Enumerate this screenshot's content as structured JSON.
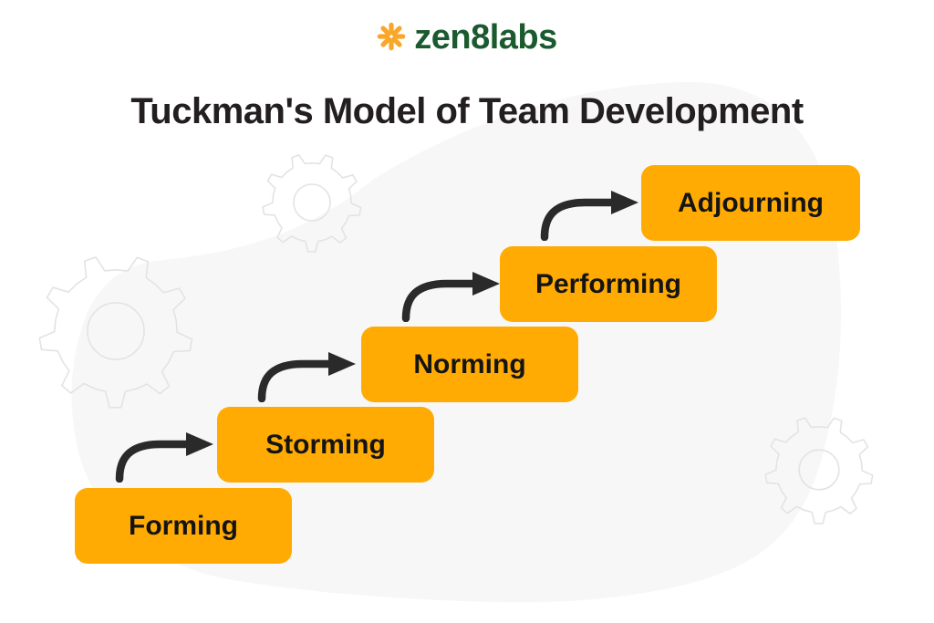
{
  "logo": {
    "text": "zen8labs",
    "mark_icon": "asterisk-icon"
  },
  "title": "Tuckman's Model of Team Development",
  "stages": [
    {
      "label": "Forming"
    },
    {
      "label": "Storming"
    },
    {
      "label": "Norming"
    },
    {
      "label": "Performing"
    },
    {
      "label": "Adjourning"
    }
  ],
  "decor": {
    "background_shape": "organic-blob",
    "gear_icons_count": 3,
    "arrow_icon": "curved-arrow-icon"
  },
  "colors": {
    "stage_fill": "#FFAB03",
    "stage_text": "#141414",
    "arrow": "#2A2A2A",
    "logo_green": "#1A5A2E",
    "logo_orange": "#F8A72B",
    "title_text": "#231F20",
    "blob_fill": "#F7F7F8",
    "gear_outline": "#E3E3E3",
    "page_background": "#FFFFFF"
  }
}
